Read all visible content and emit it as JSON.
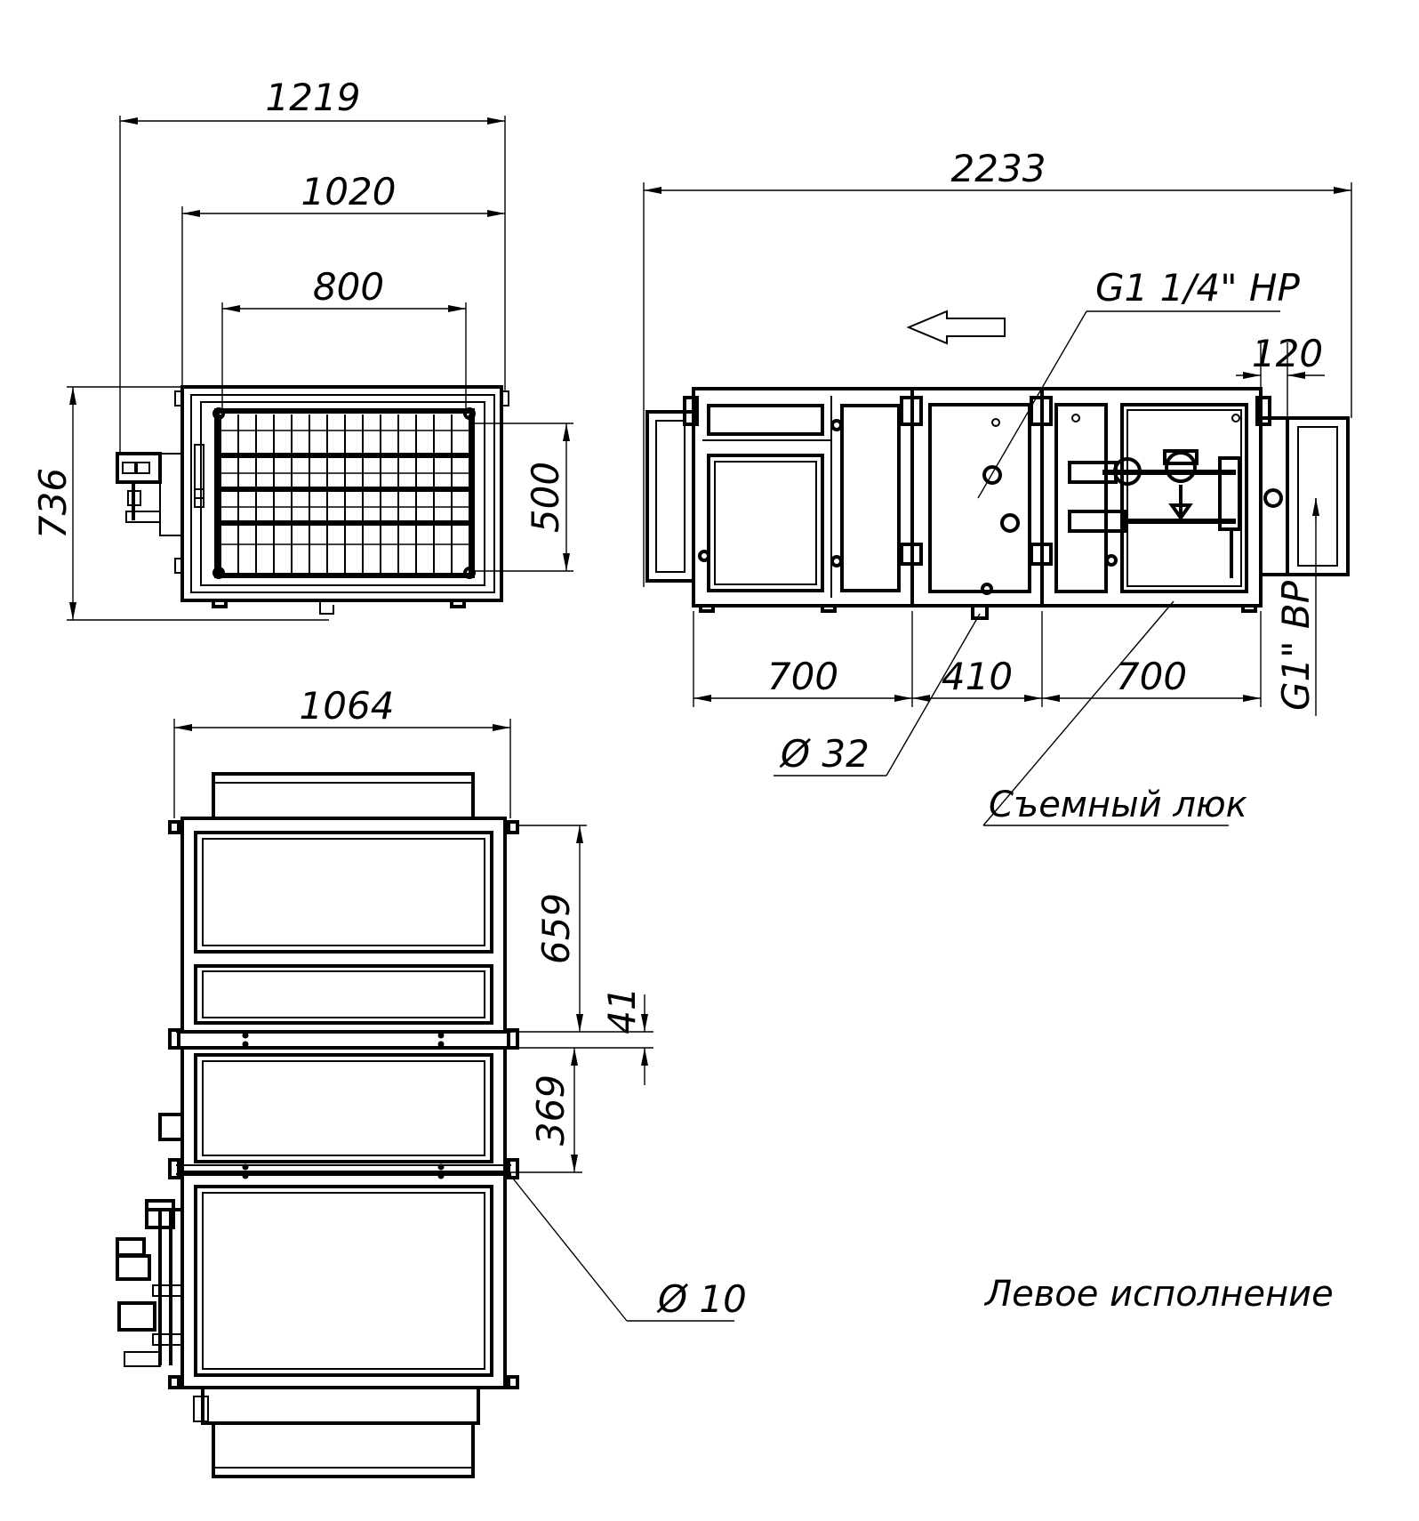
{
  "front_view": {
    "width_overall": "1219",
    "width_body": "1020",
    "width_coil": "800",
    "height_overall": "736",
    "height_coil": "500"
  },
  "side_view": {
    "length_overall": "2233",
    "connection_supply": "G1 1/4\" НР",
    "flange_offset": "120",
    "section_1": "700",
    "section_2": "410",
    "section_3": "700",
    "connection_return": "G1\" ВР",
    "drain_diameter": "Ø 32",
    "removable_hatch": "Съемный люк"
  },
  "top_view": {
    "width": "1064",
    "section_1": "659",
    "gap": "41",
    "section_2": "369",
    "hole_diameter": "Ø 10"
  },
  "execution_label": "Левое исполнение"
}
